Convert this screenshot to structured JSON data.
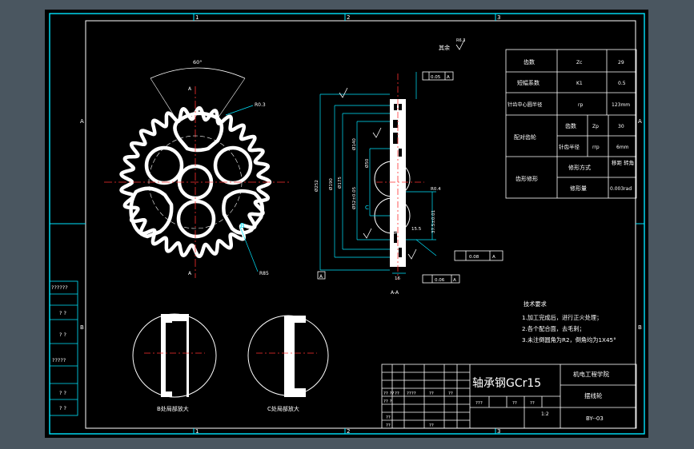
{
  "title_block": {
    "material": "轴承钢GCr15",
    "school": "机电工程学院",
    "part_name": "摆线轮",
    "drawing_no": "BY--03",
    "scale": "1:2",
    "cells": [
      "?? ??",
      "??",
      "????",
      "??",
      "??",
      "?? ?",
      "???",
      "??",
      "??",
      "??",
      "??",
      "??"
    ]
  },
  "left_column": [
    "??????",
    "? ?",
    "? ?",
    "?????",
    "? ?",
    "? ?"
  ],
  "params": [
    [
      "齿数",
      "Zc",
      "29"
    ],
    [
      "短幅系数",
      "K1",
      "0.5"
    ],
    [
      "针齿中心圆半径",
      "rp",
      "123mm"
    ]
  ],
  "mating": {
    "group": "配对齿轮",
    "rows": [
      [
        "齿数",
        "Zp",
        "30"
      ],
      [
        "针齿半径",
        "rrp",
        "6mm"
      ]
    ]
  },
  "modification": {
    "group": "齿形修形",
    "rows": [
      [
        "修形方式",
        "移距\n转角"
      ],
      [
        "修形量",
        "0.003rad"
      ]
    ]
  },
  "tech": {
    "title": "技术要求",
    "items": [
      "1.加工完成后，进行正火处理；",
      "2.各个配合面，去毛刺；",
      "3.未注倒圆角为R2，倒角均为1X45°"
    ]
  },
  "others": "其余",
  "roughness": "R6.3",
  "section_label": "A-A",
  "detail_left": "B处局部放大",
  "detail_right": "C处局部放大",
  "grid_marks": {
    "top": [
      "1",
      "2",
      "3"
    ],
    "bottom": [
      "1",
      "2",
      "3"
    ],
    "left": [
      "A",
      "B"
    ],
    "right": [
      "A",
      "B"
    ]
  },
  "dims": {
    "angle": "60°",
    "radius_top": "R0.3",
    "radius_bot": "R85",
    "view_a1": "A",
    "view_a2": "A",
    "tol_flat": "0.05",
    "tol_flat_ref": "A",
    "tol_perp": "0.08",
    "tol_perp_ref": "A",
    "tol_par": "0.06",
    "tol_par_ref": "A",
    "d1": "Ø190",
    "d2": "Ø175",
    "d3": "Ø252",
    "d4": "Ø140",
    "d5": "Ø50",
    "d6": "Ø52±0.05",
    "w1": "16",
    "w2": "15.5",
    "rr": "R0.4",
    "gap": "37.5±0.01",
    "b_mark": "B",
    "c_mark": "C",
    "datum": "A"
  }
}
